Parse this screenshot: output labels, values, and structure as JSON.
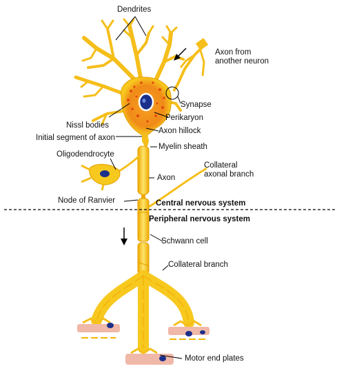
{
  "labels": {
    "dendrites": "Dendrites",
    "axon_from_another_neuron": "Axon from another neuron",
    "synapse": "Synapse",
    "perikaryon": "Perikaryon",
    "nissl_bodies": "Nissl bodies",
    "axon_hillock": "Axon hillock",
    "initial_segment": "Initial segment of axon",
    "myelin_sheath": "Myelin sheath",
    "oligodendrocyte": "Oligodendrocyte",
    "collateral_axonal_branch": "Collateral axonal branch",
    "axon": "Axon",
    "node_of_ranvier": "Node of Ranvier",
    "central_nervous_system": "Central nervous system",
    "peripheral_nervous_system": "Peripheral nervous system",
    "schwann_cell": "Schwann cell",
    "collateral_branch": "Collateral branch",
    "motor_end_plates": "Motor end plates"
  },
  "colors": {
    "neuron_fill": "#f7c81e",
    "neuron_outline": "#e0a000",
    "soma_orange": "#f08a18",
    "nissl": "#e2470c",
    "nucleus": "#1c2f8a",
    "muscle": "#f0b8a8",
    "muscle_dash": "#f2b400",
    "label_text": "#111111",
    "leader_line": "#000000"
  },
  "icons": {
    "flow_arrow": "arrow-icon"
  }
}
